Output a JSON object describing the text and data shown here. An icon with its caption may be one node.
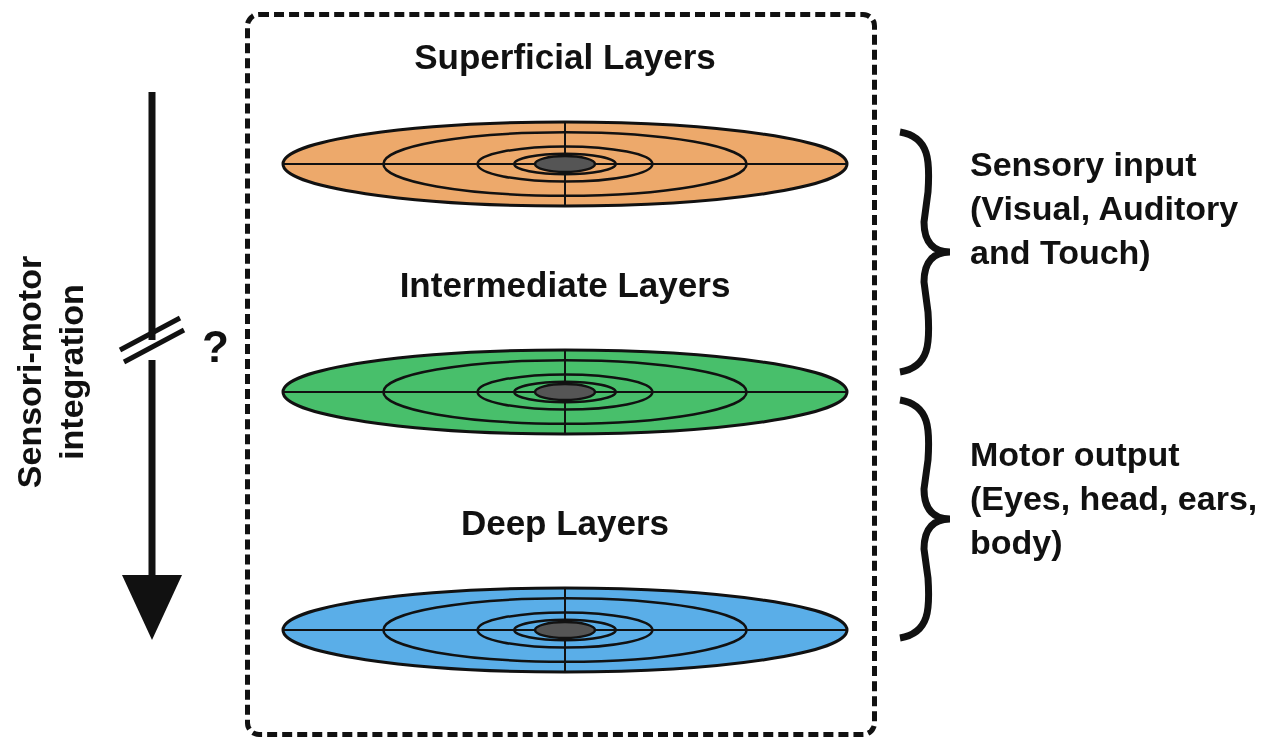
{
  "diagram": {
    "nodes": [
      {
        "text": [],
        "shape": "box"
      },
      {
        "text": [
          "Superficial Layers"
        ],
        "in": 0
      },
      {
        "text": [
          "Intermediate Layers"
        ],
        "in": 0
      },
      {
        "text": [
          "Deep Layers"
        ],
        "in": 0
      }
    ],
    "labels": [
      "Sensori-motor integration",
      "?",
      "Sensory input (Visual, Auditory and Touch)",
      "Motor output (Eyes, head, ears, body)"
    ]
  }
}
